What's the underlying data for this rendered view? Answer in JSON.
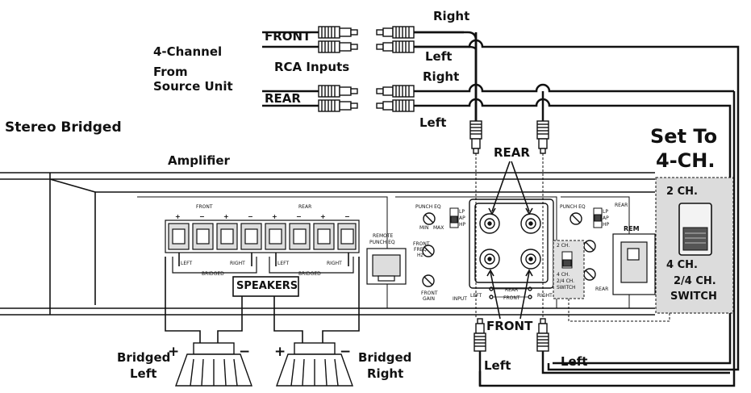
{
  "labels": {
    "source_title": "4-Channel",
    "source_from": "From",
    "source_unit": "Source Unit",
    "rca_inputs": "RCA Inputs",
    "front": "FRONT",
    "rear": "REAR",
    "right_top_front": "Right",
    "left_top_front": "Left",
    "right_top_rear": "Right",
    "left_top_rear": "Left",
    "mode": "Stereo Bridged",
    "amplifier": "Amplifier",
    "set_to_line1": "Set To",
    "set_to_line2": "4-CH.",
    "rear_inputs": "REAR",
    "front_inputs": "FRONT",
    "speakers": "SPEAKERS",
    "bridged_left_1": "Bridged",
    "bridged_left_2": "Left",
    "bridged_right_1": "Bridged",
    "bridged_right_2": "Right",
    "bottom_left_1": "Left",
    "bottom_left_2": "Left"
  },
  "amp_panel": {
    "terminals_front": "FRONT",
    "terminals_rear": "REAR",
    "left": "LEFT",
    "right": "RIGHT",
    "left2": "LEFT",
    "right2": "RIGHT",
    "bridged": "BRIDGED",
    "bridged2": "BRIDGED",
    "remote_punch_eq_1": "REMOTE",
    "remote_punch_eq_2": "PUNCH EQ",
    "punch_eq": "PUNCH EQ",
    "punch_eq_2": "PUNCH EQ",
    "min": "MIN",
    "max": "MAX",
    "front_freq": "FRONT",
    "freq": "FREQ.",
    "hz": "Hz",
    "front_gain": "FRONT",
    "gain": "GAIN",
    "rear_gain": "REAR",
    "rear_freq": "REAR",
    "lp": "LP",
    "ap": "AP",
    "hp": "HP",
    "input": "INPUT",
    "left_small": "LEFT",
    "right_small": "RIGHT",
    "rear_small": "REAR",
    "front_small": "FRONT",
    "rem": "REM",
    "two_ch_small": "2 CH.",
    "four_ch_small": "4 CH.",
    "two_four_small": "2/4 CH.",
    "switch_small": "SWITCH"
  },
  "switch_zoom": {
    "two_ch": "2 CH.",
    "four_ch": "4 CH.",
    "two_four": "2/4 CH.",
    "switch": "SWITCH"
  },
  "terminal_signs": [
    "+",
    "−",
    "+",
    "−",
    "+",
    "−",
    "+",
    "−"
  ],
  "speaker_signs": {
    "plus": "+",
    "minus": "−"
  }
}
